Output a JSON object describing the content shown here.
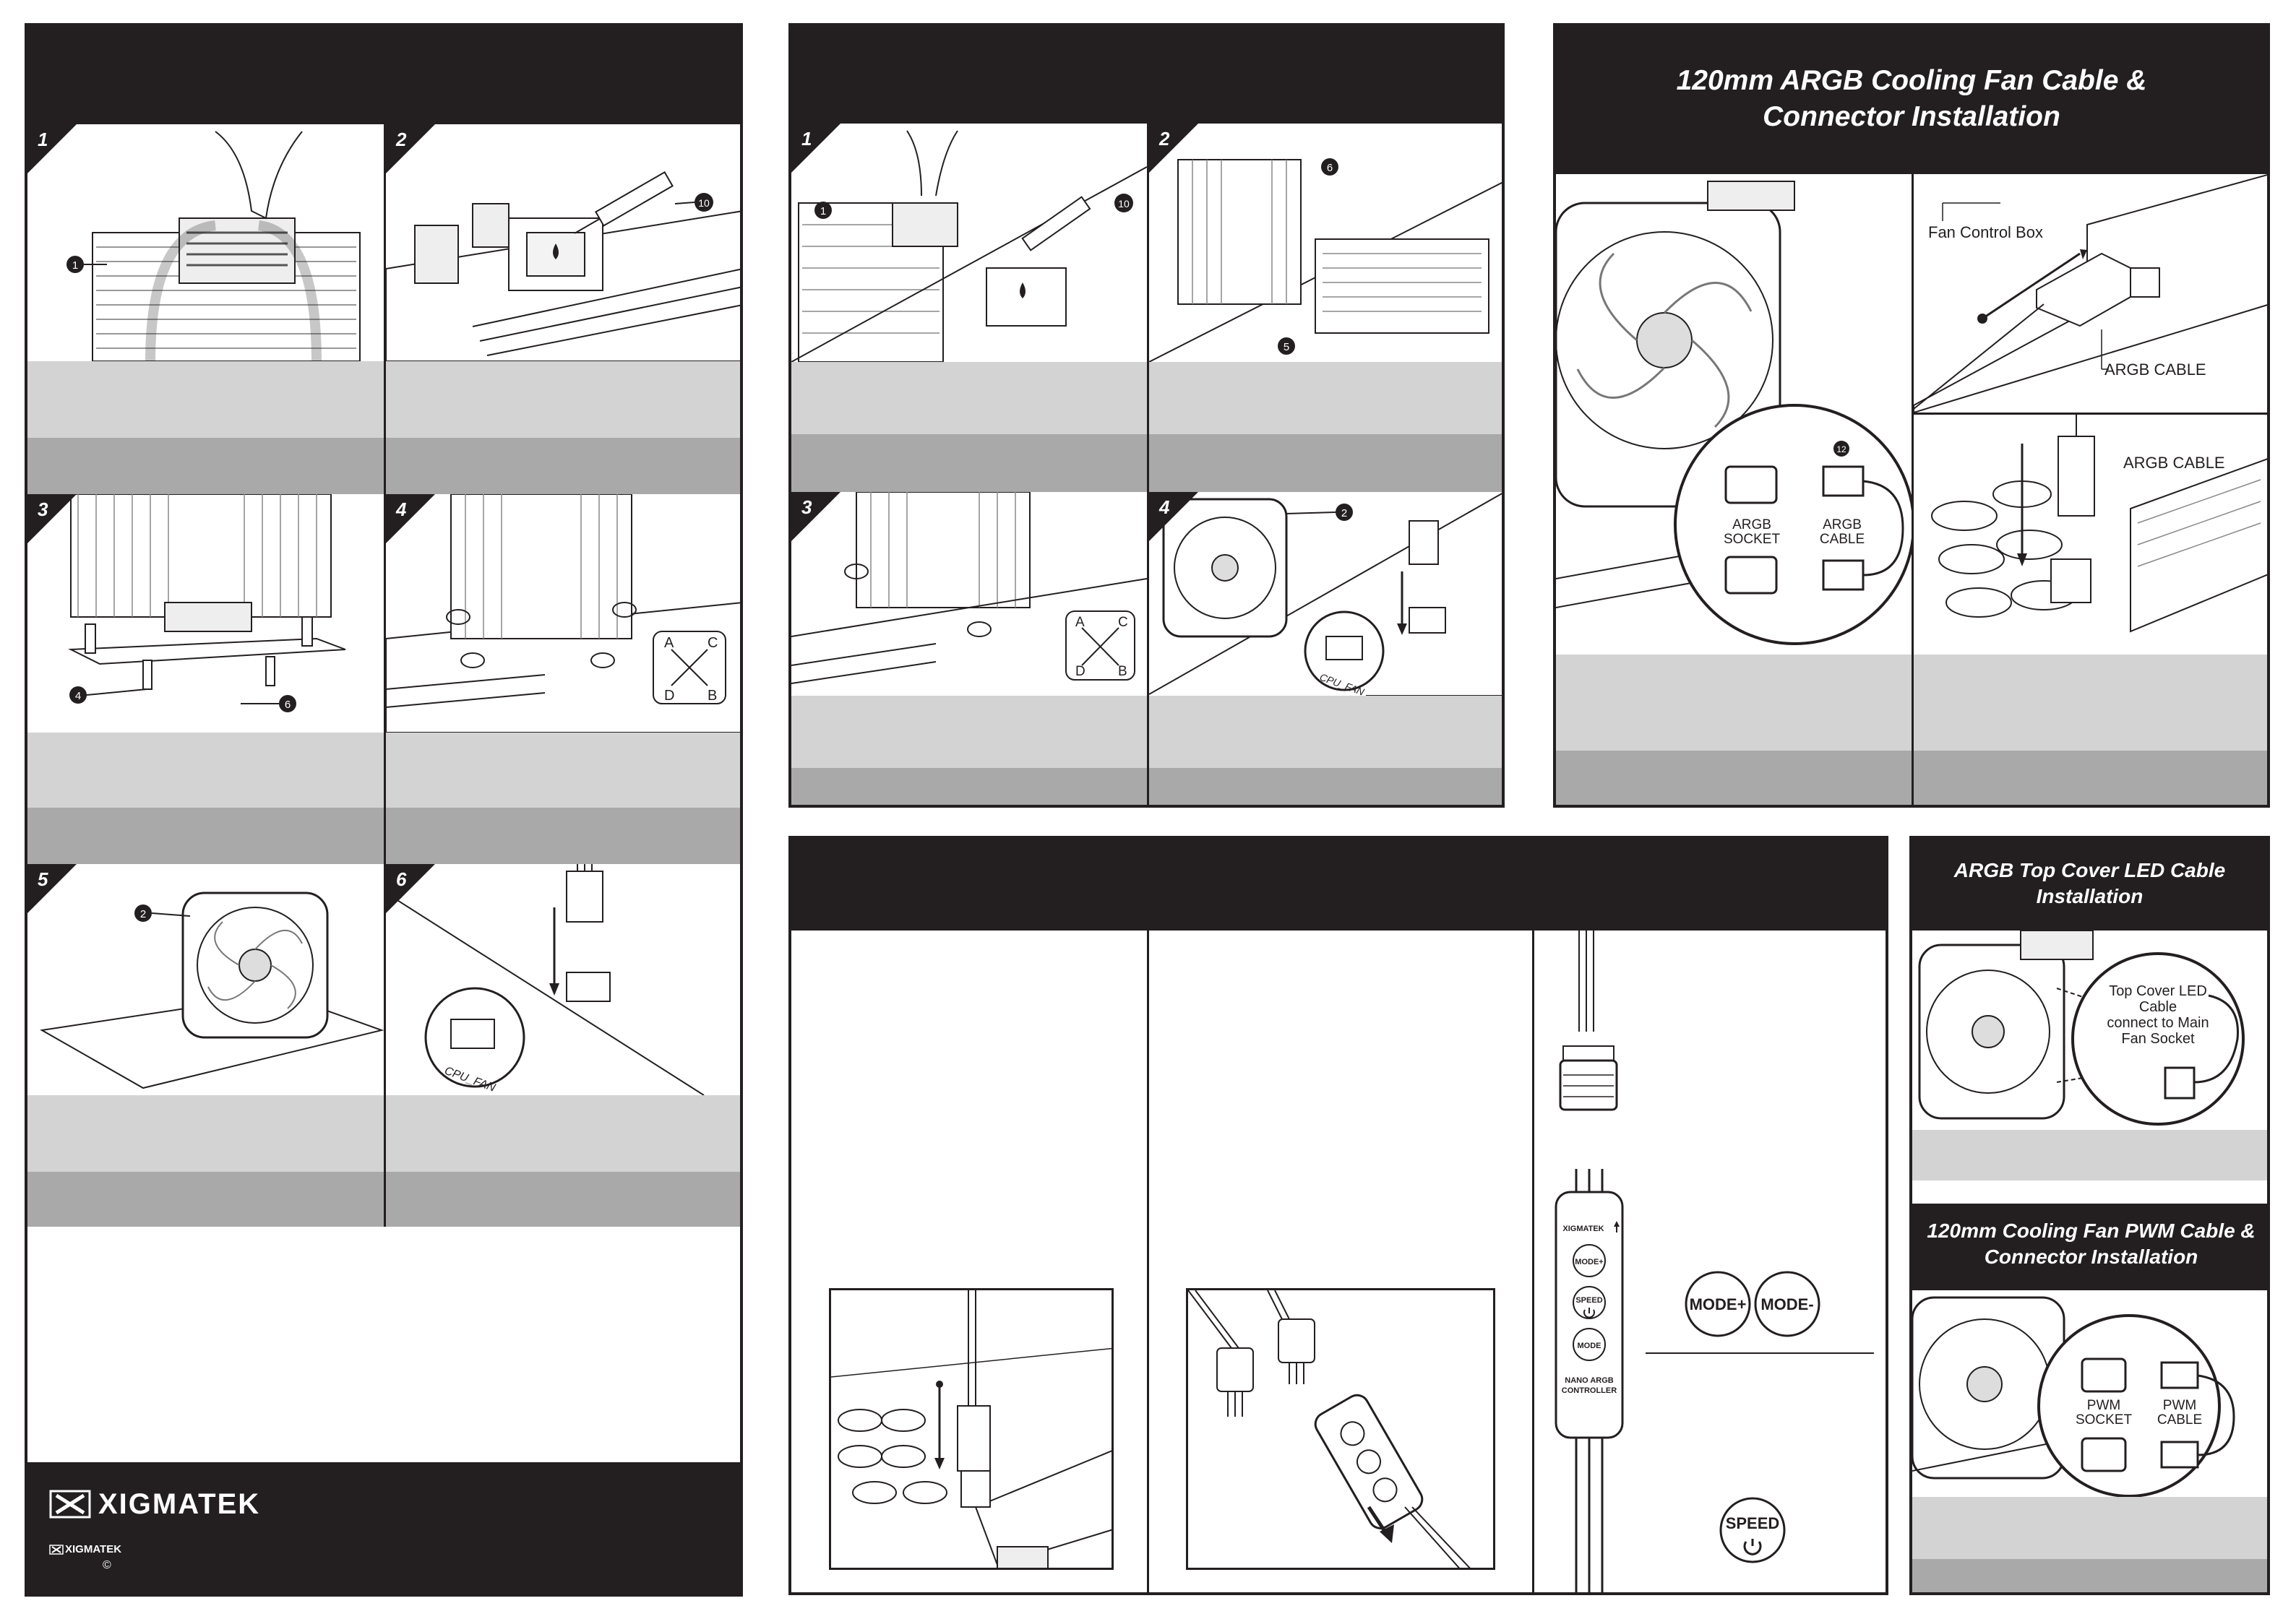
{
  "brand": {
    "name": "XIGMATEK",
    "small_name": "XIGMATEK",
    "copyright": "©"
  },
  "steps_intel": [
    "1",
    "2",
    "3",
    "4",
    "5",
    "6"
  ],
  "steps_amd": [
    "1",
    "2",
    "3",
    "4"
  ],
  "callouts": {
    "c1": "1",
    "c2": "2",
    "c4": "4",
    "c5": "5",
    "c6": "6",
    "c10": "10",
    "c12": "12"
  },
  "abcd": {
    "a": "A",
    "b": "B",
    "c": "C",
    "d": "D"
  },
  "cpu_fan_label": "CPU_FAN",
  "argb_fan": {
    "title_line1": "120mm ARGB Cooling Fan Cable &",
    "title_line2": "Connector Installation",
    "argb_socket_line1": "ARGB",
    "argb_socket_line2": "SOCKET",
    "argb_cable_line1": "ARGB",
    "argb_cable_line2": "CABLE",
    "fan_control_box": "Fan Control Box",
    "argb_cable_label": "ARGB CABLE",
    "argb_cable_label2": "ARGB CABLE"
  },
  "top_cover": {
    "title_line1": "ARGB Top Cover LED Cable",
    "title_line2": "Installation",
    "note_line1": "Top Cover LED Cable",
    "note_line2": "connect to Main",
    "note_line3": "Fan Socket"
  },
  "pwm_fan": {
    "title_line1": "120mm Cooling Fan PWM Cable &",
    "title_line2": "Connector Installation",
    "pwm_socket_line1": "PWM",
    "pwm_socket_line2": "SOCKET",
    "pwm_cable_line1": "PWM",
    "pwm_cable_line2": "CABLE"
  },
  "controller": {
    "mode_plus": "MODE+",
    "mode_minus": "MODE-",
    "speed": "SPEED",
    "mode": "MODE",
    "device_line1": "NANO ARGB",
    "device_line2": "CONTROLLER",
    "device_brand": "XIGMATEK"
  }
}
